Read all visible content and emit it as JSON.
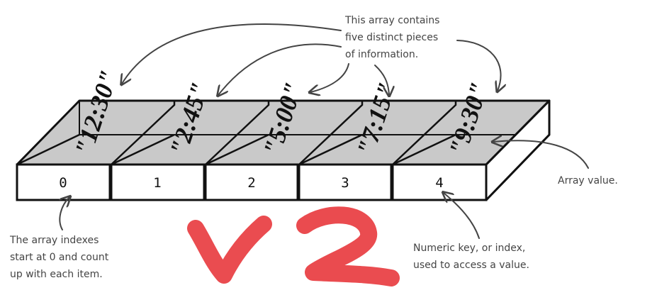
{
  "array": {
    "indexes": [
      "0",
      "1",
      "2",
      "3",
      "4"
    ],
    "values": [
      "\"12:30\"",
      "\"2:45\"",
      "\"5:00\"",
      "\"7:15\"",
      "\"9:30\""
    ]
  },
  "annotations": {
    "contains_line1": "This array contains",
    "contains_line2": "five distinct pieces",
    "contains_line3": "of information.",
    "array_value": "Array value.",
    "indexes_line1": "The array indexes",
    "indexes_line2": "start at 0 and count",
    "indexes_line3": "up with each item.",
    "key_line1": "Numeric key, or index,",
    "key_line2": "used to access a value."
  },
  "overlay": {
    "text": "v2",
    "color": "#e8383d"
  },
  "colors": {
    "tray_fill": "#c9c9c9",
    "front_fill": "#ffffff",
    "stroke": "#111111",
    "arrow": "#444444"
  }
}
